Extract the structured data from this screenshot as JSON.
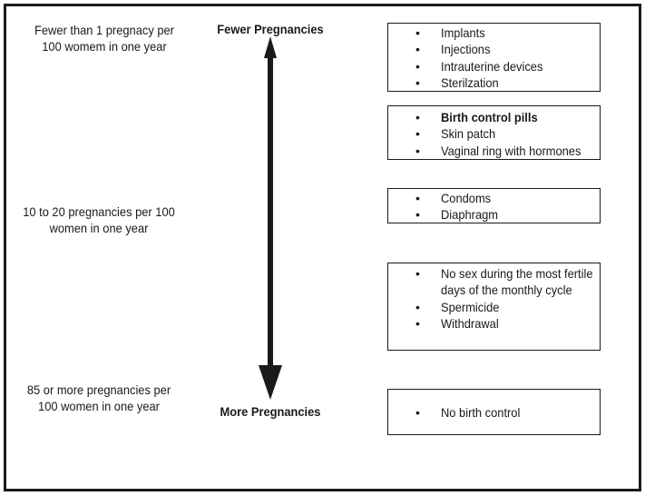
{
  "rates": {
    "high_effectiveness": "Fewer than 1 pregnacy per 100 womem in one year",
    "mid_effectiveness": "10 to 20 pregnancies per 100 women in one year",
    "no_method": "85 or more pregnancies per 100 women in one year"
  },
  "axis": {
    "top_label": "Fewer Pregnancies",
    "bottom_label": "More Pregnancies"
  },
  "method_groups": [
    {
      "items": [
        "Implants",
        "Injections",
        "Intrauterine devices",
        "Sterilzation"
      ]
    },
    {
      "items": [
        "Birth control pills",
        "Skin patch",
        "Vaginal ring with hormones"
      ]
    },
    {
      "items": [
        "Condoms",
        "Diaphragm"
      ]
    },
    {
      "items": [
        "No sex during the most fertile days of the monthly cycle",
        "Spermicide",
        "Withdrawal"
      ]
    },
    {
      "items": [
        "No birth control"
      ]
    }
  ],
  "bullet": "•"
}
